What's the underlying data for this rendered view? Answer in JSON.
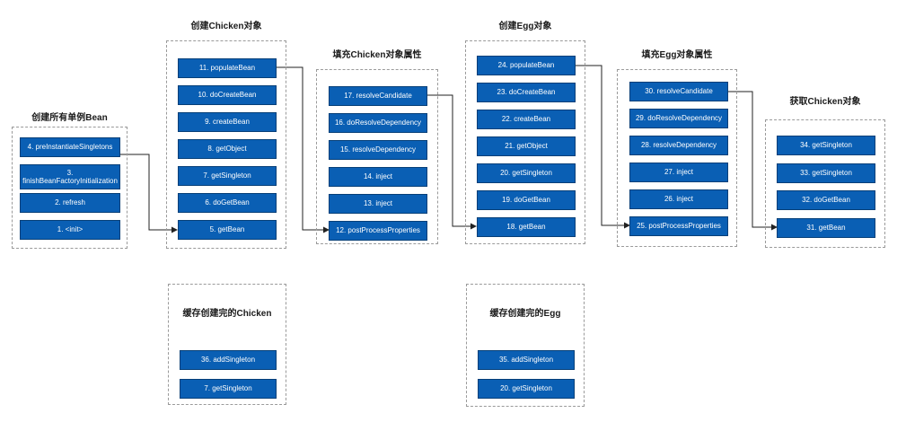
{
  "groups": {
    "g1": {
      "title": "创建所有单例Bean",
      "nodes": [
        "4. preInstantiateSingletons",
        "3. finishBeanFactoryInitialization",
        "2. refresh",
        "1. <init>"
      ]
    },
    "g2": {
      "title": "创建Chicken对象",
      "nodes": [
        "11. populateBean",
        "10. doCreateBean",
        "9. createBean",
        "8. getObject",
        "7. getSingleton",
        "6. doGetBean",
        "5. getBean"
      ]
    },
    "g3": {
      "title": "填充Chicken对象属性",
      "nodes": [
        "17. resolveCandidate",
        "16. doResolveDependency",
        "15. resolveDependency",
        "14. inject",
        "13. inject",
        "12. postProcessProperties"
      ]
    },
    "g4": {
      "title": "创建Egg对象",
      "nodes": [
        "24. populateBean",
        "23. doCreateBean",
        "22. createBean",
        "21. getObject",
        "20. getSingleton",
        "19. doGetBean",
        "18. getBean"
      ]
    },
    "g5": {
      "title": "填充Egg对象属性",
      "nodes": [
        "30. resolveCandidate",
        "29. doResolveDependency",
        "28. resolveDependency",
        "27. inject",
        "26. inject",
        "25. postProcessProperties"
      ]
    },
    "g6": {
      "title": "获取Chicken对象",
      "nodes": [
        "34. getSingleton",
        "33. getSingleton",
        "32. doGetBean",
        "31. getBean"
      ]
    },
    "g7": {
      "title": "缓存创建完的Chicken",
      "nodes": [
        "36. addSingleton",
        "7. getSingleton"
      ]
    },
    "g8": {
      "title": "缓存创建完的Egg",
      "nodes": [
        "35. addSingleton",
        "20. getSingleton"
      ]
    }
  },
  "colors": {
    "node_fill": "#0a5fb4",
    "node_border": "#063f78",
    "node_text": "#ffffff",
    "edge": "#222222"
  }
}
